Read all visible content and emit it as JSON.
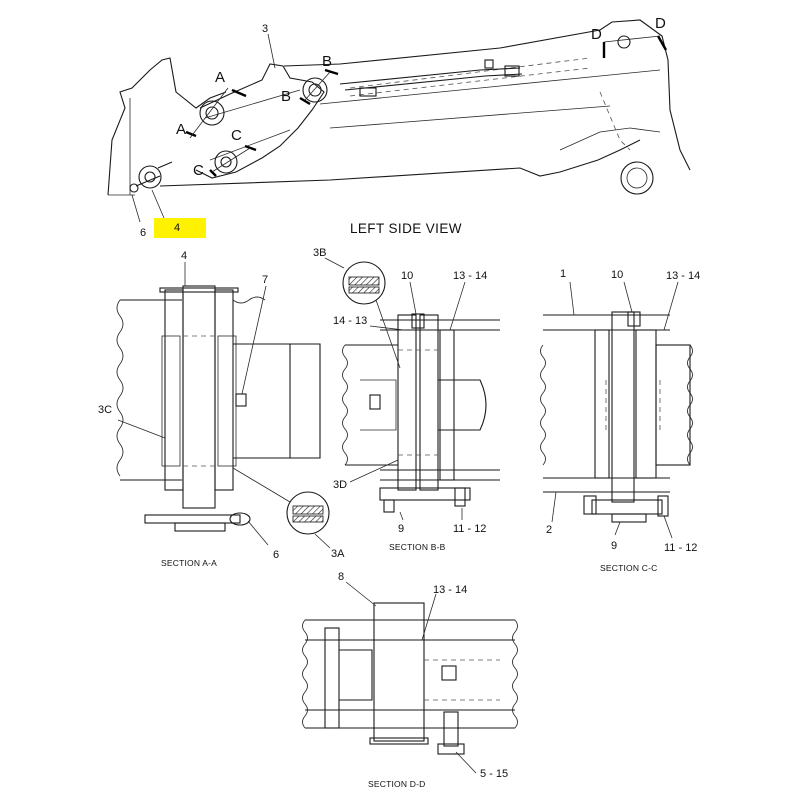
{
  "view_title": "LEFT SIDE VIEW",
  "highlight": {
    "label": "4",
    "color": "#fff200"
  },
  "top_view": {
    "labels": {
      "n3": "3",
      "A1": "A",
      "A2": "A",
      "B1": "B",
      "B2": "B",
      "C1": "C",
      "C2": "C",
      "D1": "D",
      "D2": "D",
      "n6": "6"
    }
  },
  "section_aa": {
    "title": "SECTION A-A",
    "labels": {
      "n4": "4",
      "n7": "7",
      "n3c": "3C",
      "n6": "6",
      "n3a": "3A"
    }
  },
  "section_bb": {
    "title": "SECTION B-B",
    "labels": {
      "n3b": "3B",
      "n10": "10",
      "n1314": "13 - 14",
      "n1413": "14 - 13",
      "n3d": "3D",
      "n9": "9",
      "n1112": "11 - 12"
    }
  },
  "section_cc": {
    "title": "SECTION C-C",
    "labels": {
      "n1": "1",
      "n10": "10",
      "n1314": "13 - 14",
      "n2": "2",
      "n9": "9",
      "n1112": "11 - 12"
    }
  },
  "section_dd": {
    "title": "SECTION D-D",
    "labels": {
      "n8": "8",
      "n1314": "13 - 14",
      "n515": "5 - 15"
    }
  }
}
